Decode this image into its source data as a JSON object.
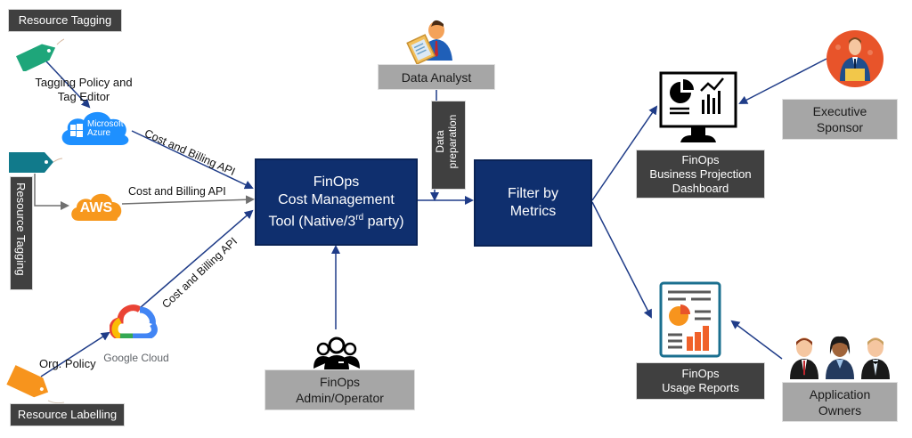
{
  "colors": {
    "navy": "#0f2f6e",
    "arrow_blue": "#1f3c88",
    "arrow_gray": "#808080",
    "dark_label": "#404040",
    "gray_label": "#a6a6a6",
    "tag_green": "#1ea67a",
    "tag_teal": "#117a8b",
    "tag_orange": "#f7941d",
    "azure_blue": "#1e90ff",
    "aws_orange": "#f7981d",
    "exec_orange": "#e8542a"
  },
  "sources": {
    "azure": {
      "tag_label": "Resource Tagging",
      "policy_label_line1": "Tagging Policy and",
      "policy_label_line2": "Tag Editor",
      "logo_line1": "Microsoft",
      "logo_line2": "Azure",
      "api_label": "Cost and Billing API"
    },
    "aws": {
      "tag_label": "Resource Tagging",
      "logo": "AWS",
      "api_label": "Cost and Billing API"
    },
    "gcp": {
      "tag_label": "Resource Labelling",
      "policy_label": "Org. Policy",
      "logo": "Google Cloud",
      "api_label": "Cost and Billing API"
    }
  },
  "core": {
    "tool_line1": "FinOps",
    "tool_line2": "Cost Management",
    "tool_line3_pre": "Tool (Native/3",
    "tool_line3_sup": "rd",
    "tool_line3_post": " party)",
    "filter_line1": "Filter by",
    "filter_line2": "Metrics",
    "data_prep_line1": "Data",
    "data_prep_line2": "preparation"
  },
  "actors": {
    "data_analyst": "Data Analyst",
    "admin_line1": "FinOps",
    "admin_line2": "Admin/Operator",
    "exec_line1": "Executive",
    "exec_line2": "Sponsor",
    "owners_line1": "Application",
    "owners_line2": "Owners"
  },
  "outputs": {
    "dashboard_line1": "FinOps",
    "dashboard_line2": "Business Projection",
    "dashboard_line3": "Dashboard",
    "reports_line1": "FinOps",
    "reports_line2": "Usage Reports"
  },
  "icons": {
    "azure_tag": "tag-icon",
    "aws_tag": "tag-icon",
    "gcp_tag": "tag-icon",
    "azure_logo": "azure-cloud-icon",
    "aws_logo": "aws-cloud-icon",
    "gcp_logo": "google-cloud-icon",
    "analyst": "analyst-person-icon",
    "admin": "admin-group-icon",
    "exec": "executive-person-icon",
    "owners": "people-group-icon",
    "dashboard": "monitor-dashboard-icon",
    "reports": "report-document-icon"
  }
}
